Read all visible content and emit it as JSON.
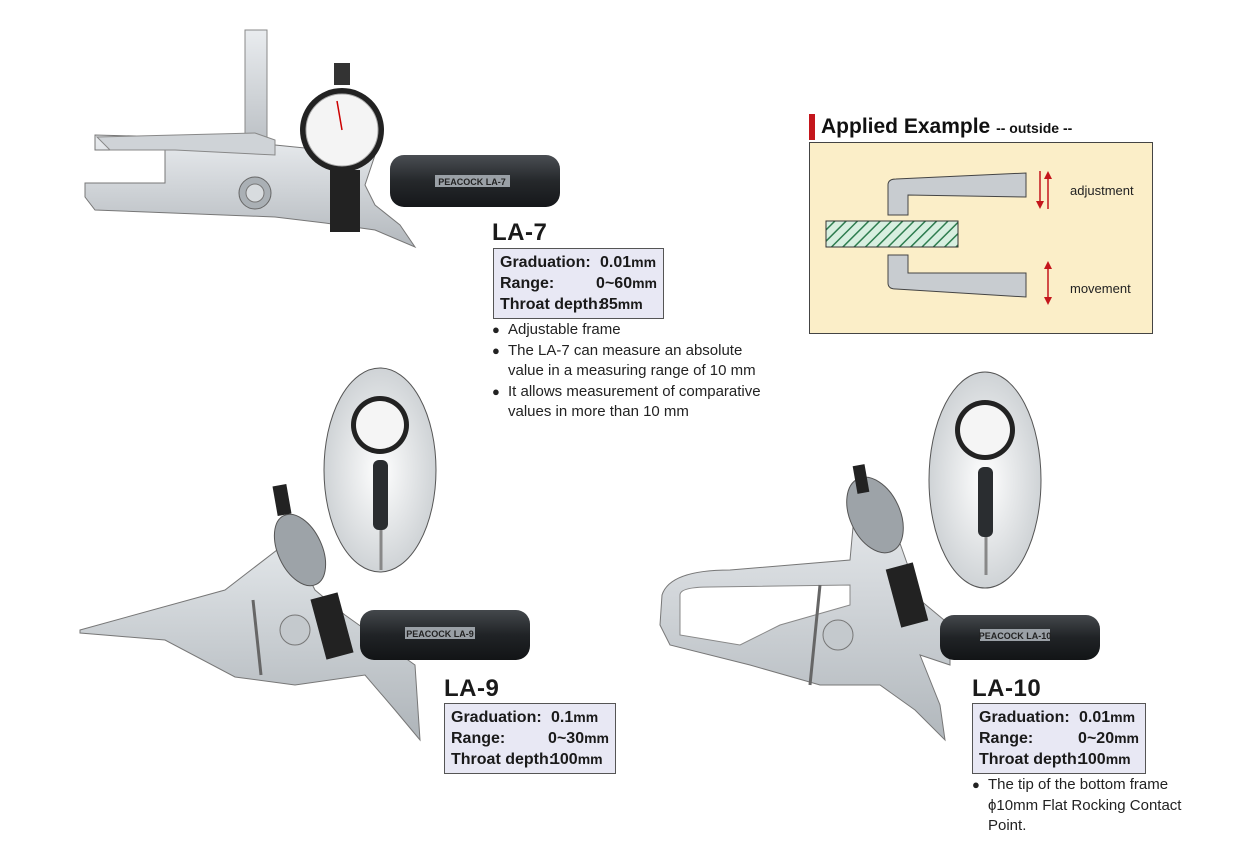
{
  "applied": {
    "title": "Applied Example",
    "subtitle": "-- outside --",
    "adjustment_label": "adjustment",
    "movement_label": "movement"
  },
  "products": {
    "la7": {
      "model": "LA-7",
      "logo": "PEACOCK",
      "grip_label": "LA-7",
      "specs": [
        {
          "label": "Graduation:",
          "value": "0.01",
          "unit": "mm"
        },
        {
          "label": "Range:",
          "value": "0~60",
          "unit": "mm"
        },
        {
          "label": "Throat depth:",
          "value": "85",
          "unit": "mm"
        }
      ],
      "bullets": [
        "Adjustable frame",
        "The LA-7 can measure an absolute\nvalue in a measuring range of 10 mm",
        "It allows measurement of comparative\nvalues in more than 10 mm"
      ]
    },
    "la9": {
      "model": "LA-9",
      "logo": "PEACOCK",
      "grip_label": "LA-9",
      "specs": [
        {
          "label": "Graduation:",
          "value": "0.1",
          "unit": "mm"
        },
        {
          "label": "Range:",
          "value": "0~30",
          "unit": "mm"
        },
        {
          "label": "Throat depth:",
          "value": "100",
          "unit": "mm"
        }
      ]
    },
    "la10": {
      "model": "LA-10",
      "logo": "PEACOCK",
      "grip_label": "LA-10",
      "specs": [
        {
          "label": "Graduation:",
          "value": "0.01",
          "unit": "mm"
        },
        {
          "label": "Range:",
          "value": "0~20",
          "unit": "mm"
        },
        {
          "label": "Throat depth:",
          "value": "100",
          "unit": "mm"
        }
      ],
      "bullets": [
        "The tip of the bottom frame\nϕ10mm Flat Rocking Contact\nPoint."
      ]
    }
  }
}
